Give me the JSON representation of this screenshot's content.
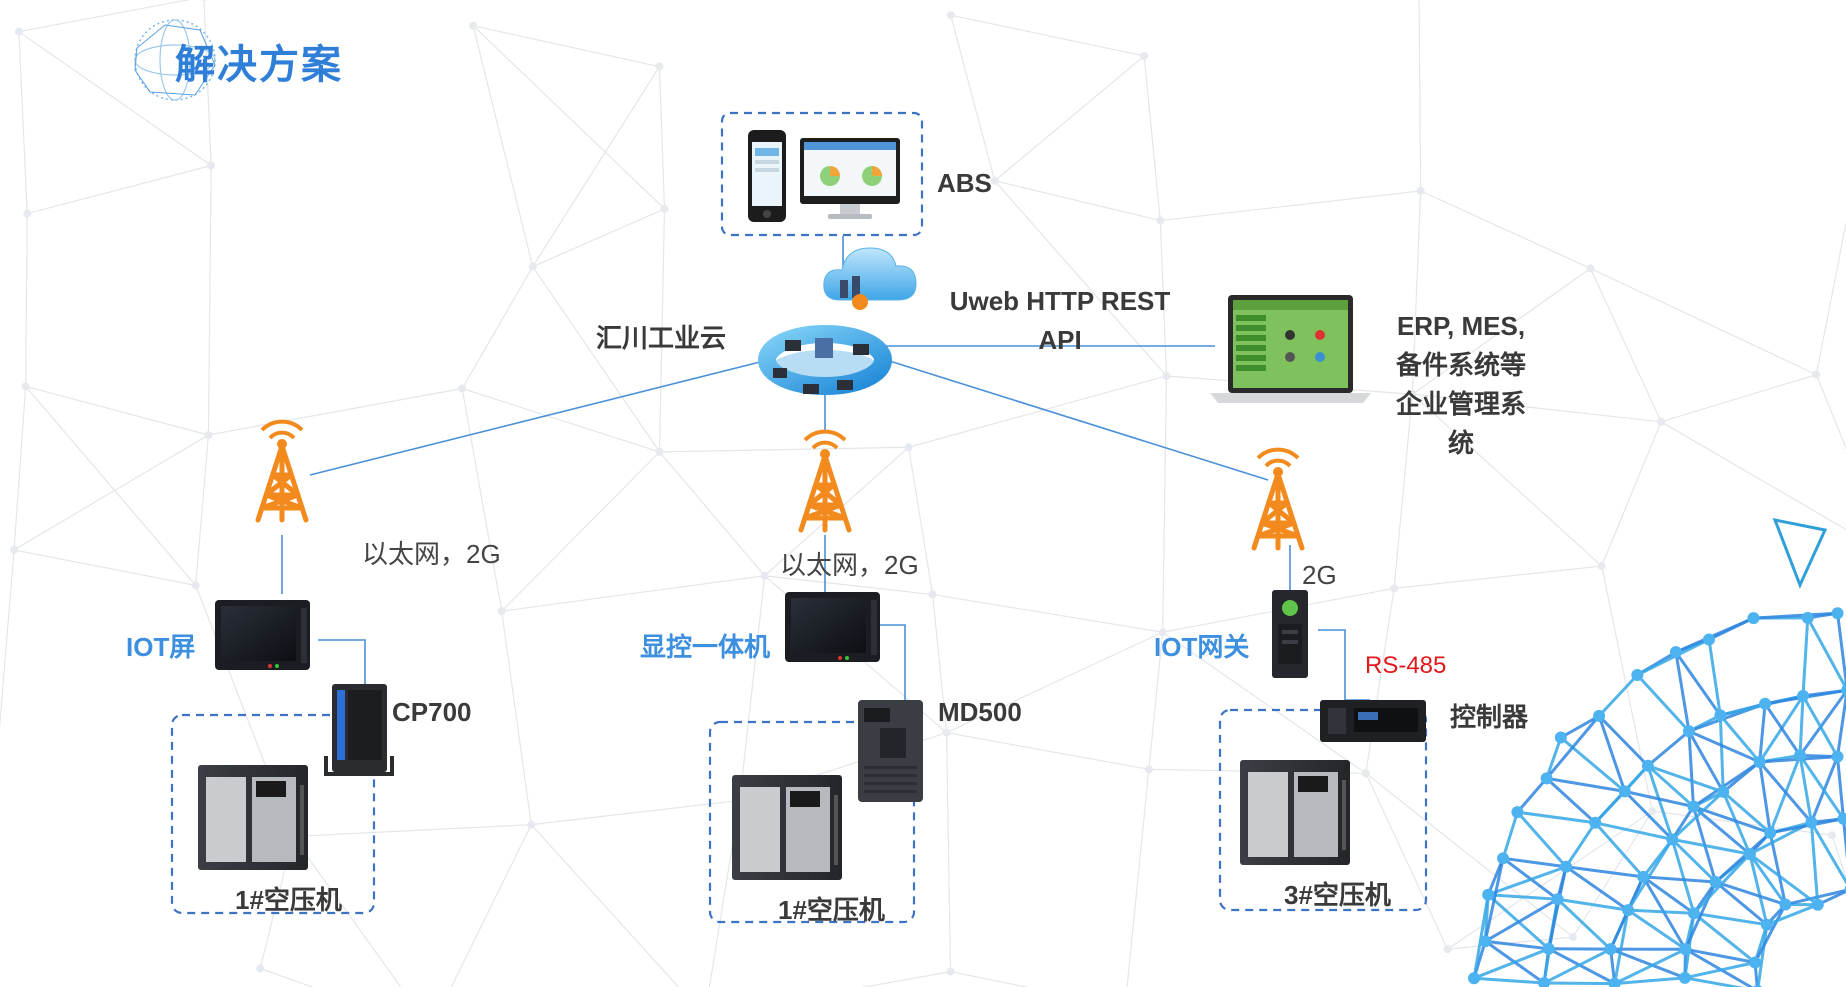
{
  "title": "解决方案",
  "colors": {
    "accent": "#2f7fd8",
    "label_blue": "#3d8fe0",
    "tower": "#f28a1e",
    "dash_box": "#3e73c4",
    "red": "#e0191d",
    "line": "#4a90d9"
  },
  "top": {
    "device_label": "ABS"
  },
  "cloud": {
    "label": "汇川工业云"
  },
  "api": {
    "line1": "Uweb HTTP REST",
    "line2": "API"
  },
  "erp": {
    "line1": "ERP, MES,",
    "line2": "备件系统等",
    "line3": "企业管理系",
    "line4": "统"
  },
  "branches": [
    {
      "network": "以太网，2G",
      "device": "IOT屏",
      "controller": "CP700",
      "machine": "1#空压机"
    },
    {
      "network": "以太网，2G",
      "device": "显控一体机",
      "controller": "MD500",
      "machine": "1#空压机"
    },
    {
      "network": "2G",
      "device": "IOT网关",
      "bus": "RS-485",
      "controller": "控制器",
      "machine": "3#空压机"
    }
  ],
  "icons": [
    "globe-icon",
    "phone-icon",
    "monitor-icon",
    "cloud-icon",
    "server-ring-icon",
    "laptop-icon",
    "tower-icon",
    "hmi-screen-icon",
    "vfd-icon",
    "gateway-icon",
    "controller-icon",
    "air-compressor-icon"
  ]
}
